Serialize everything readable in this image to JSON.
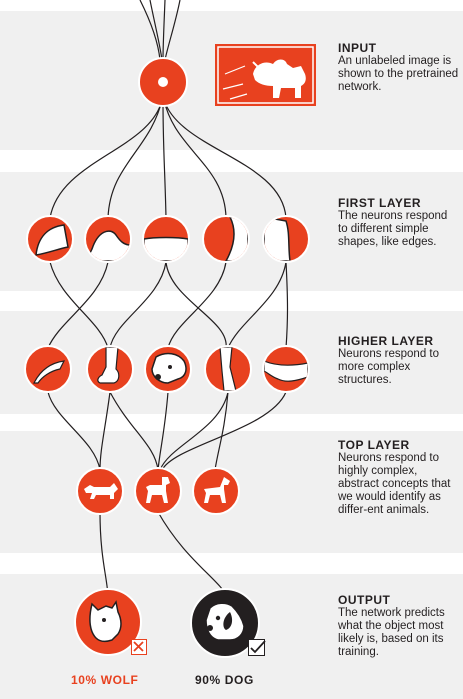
{
  "colors": {
    "accent": "#e8411f",
    "dark": "#231f20",
    "band": "#f0f0f0"
  },
  "sections": {
    "input": {
      "title": "INPUT",
      "text": "An unlabeled image is shown to the pretrained network."
    },
    "first": {
      "title": "FIRST LAYER",
      "text": "The neurons respond to different simple shapes, like edges."
    },
    "higher": {
      "title": "HIGHER LAYER",
      "text": "Neurons respond to more complex structures."
    },
    "top": {
      "title": "TOP LAYER",
      "text": "Neurons respond to highly complex, abstract concepts that we would identify as differ-ent animals."
    },
    "output": {
      "title": "OUTPUT",
      "text": "The network predicts what the object most likely is, based on its training."
    }
  },
  "results": [
    {
      "label": "10% WOLF",
      "color": "#e8411f",
      "mark": "x-box-icon"
    },
    {
      "label": "90% DOG",
      "color": "#231f20",
      "mark": "check-box-icon"
    }
  ]
}
